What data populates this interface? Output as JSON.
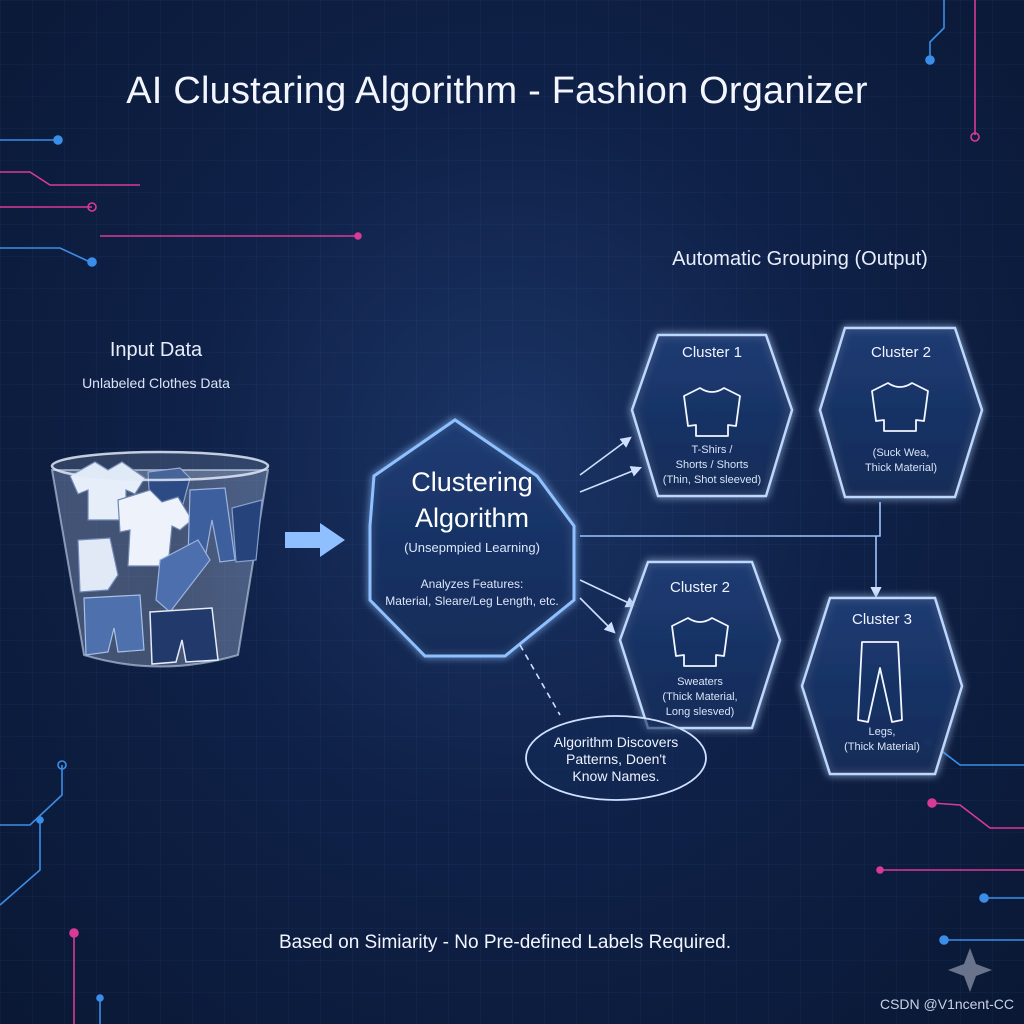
{
  "title": "AI Clustaring Algorithm - Fashion Organizer",
  "input": {
    "heading": "Input Data",
    "subheading": "Unlabeled Clothes Data"
  },
  "algorithm": {
    "title_line1": "Clustering",
    "title_line2": "Algorithm",
    "subtitle": "(Unsepmpied Learning)",
    "features_line1": "Analyzes Features:",
    "features_line2": "Material, Sleare/Leg Length, etc."
  },
  "output": {
    "heading": "Automatic Grouping (Output)",
    "clusters": [
      {
        "title": "Cluster 1",
        "icon": "sweater-icon",
        "desc": [
          "T-Shirs /",
          "Shorts / Shorts",
          "(Thin, Shot sleeved)"
        ]
      },
      {
        "title": "Cluster 2",
        "icon": "sweater-icon",
        "desc": [
          "(Suck Wea,",
          "Thick Material)"
        ]
      },
      {
        "title": "Cluster 2",
        "icon": "sweater-icon",
        "desc": [
          "Sweaters",
          "(Thick Material,",
          "Long slesved)"
        ]
      },
      {
        "title": "Cluster 3",
        "icon": "pants-icon",
        "desc": [
          "Legs,",
          "(Thick Material)"
        ]
      }
    ]
  },
  "note": {
    "line1": "Algorithm Discovers",
    "line2": "Patterns, Doen't",
    "line3": "Know Names."
  },
  "footer": "Based on Simiarity - No Pre-defined Labels Required.",
  "credit": "CSDN @V1ncent-CC",
  "colors": {
    "background": "#0f2148",
    "glow_blue": "#7fb2ff",
    "accent_pink": "#ff3fa4",
    "accent_cyan": "#39a4ff",
    "arrow": "#8fbfff"
  }
}
